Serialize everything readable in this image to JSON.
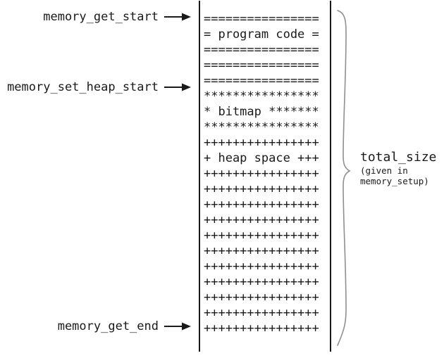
{
  "colors": {
    "background": "#ffffff",
    "text": "#1a1a1a",
    "column_line": "#1a1a1a",
    "brace": "#8f8f8f"
  },
  "pointers": [
    {
      "label": "memory_get_start"
    },
    {
      "label": "memory_set_heap_start"
    },
    {
      "label": "memory_get_end"
    }
  ],
  "memory_map": {
    "lines": [
      "================",
      "= program code =",
      "================",
      "================",
      "================",
      "****************",
      "* bitmap *******",
      "****************",
      "++++++++++++++++",
      "+ heap space +++",
      "++++++++++++++++",
      "++++++++++++++++",
      "++++++++++++++++",
      "++++++++++++++++",
      "++++++++++++++++",
      "++++++++++++++++",
      "++++++++++++++++",
      "++++++++++++++++",
      "++++++++++++++++",
      "++++++++++++++++",
      "++++++++++++++++"
    ]
  },
  "size_annotation": {
    "title": "total_size",
    "note_line1": "(given in",
    "note_line2": "memory_setup)"
  }
}
